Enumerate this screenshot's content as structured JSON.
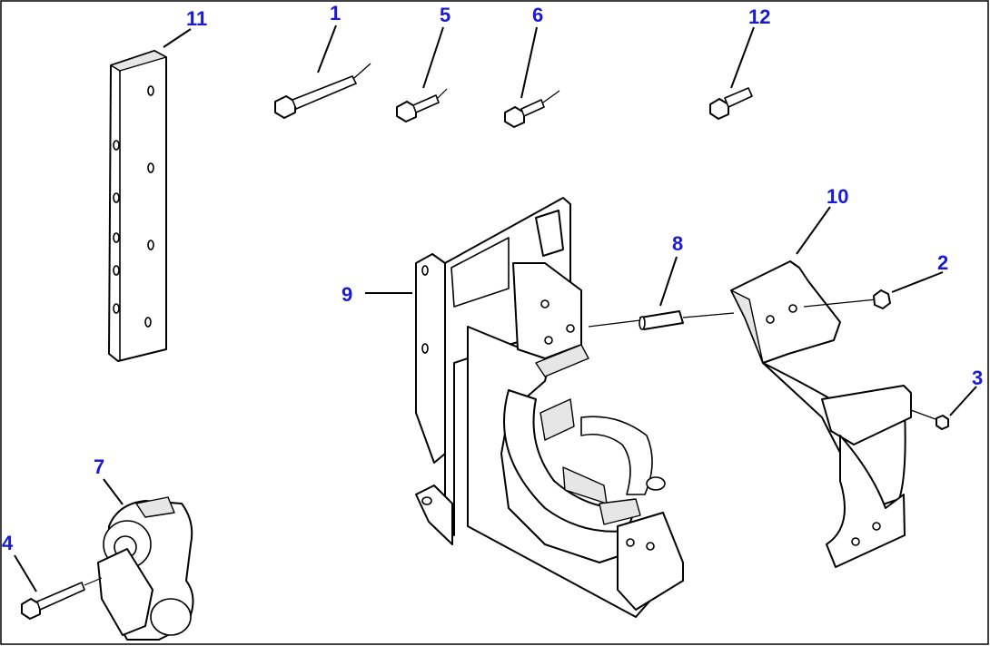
{
  "diagram": {
    "callouts": [
      {
        "id": "1",
        "label": "1"
      },
      {
        "id": "2",
        "label": "2"
      },
      {
        "id": "3",
        "label": "3"
      },
      {
        "id": "4",
        "label": "4"
      },
      {
        "id": "5",
        "label": "5"
      },
      {
        "id": "6",
        "label": "6"
      },
      {
        "id": "7",
        "label": "7"
      },
      {
        "id": "8",
        "label": "8"
      },
      {
        "id": "9",
        "label": "9"
      },
      {
        "id": "10",
        "label": "10"
      },
      {
        "id": "11",
        "label": "11"
      },
      {
        "id": "12",
        "label": "12"
      }
    ],
    "callout_color": "#1a1ad6"
  }
}
